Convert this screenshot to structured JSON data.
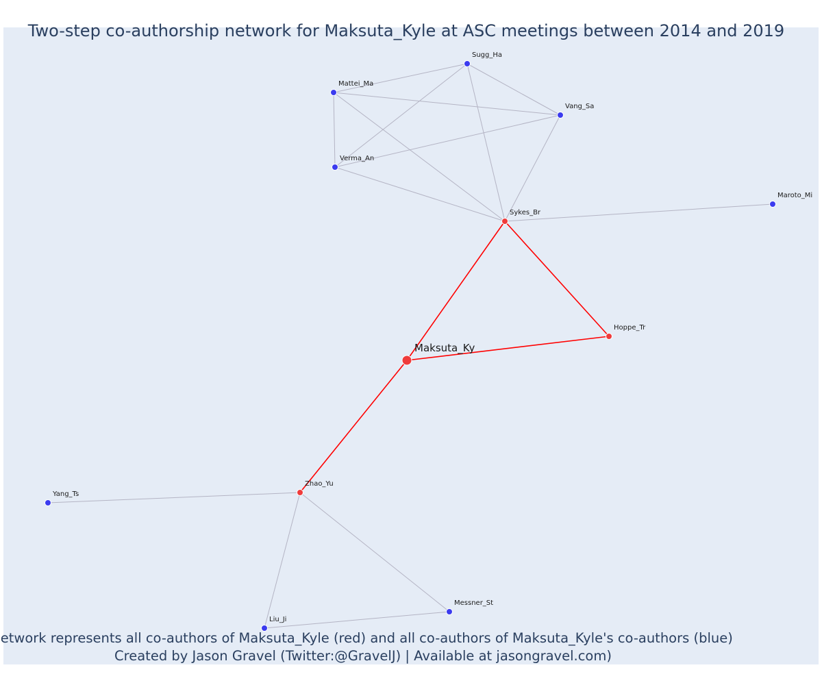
{
  "title": "Two-step co-authorship network for Maksuta_Kyle at ASC meetings between 2014 and 2019",
  "caption": [
    "Network represents all co-authors of Maksuta_Kyle (red) and all co-authors of Maksuta_Kyle's co-authors (blue)",
    "Created by Jason Gravel (Twitter:@GravelJ) | Available at jasongravel.com)"
  ],
  "colors": {
    "plot_bg": "#E5ECF6",
    "page_bg": "#FFFFFF",
    "title": "#2A3F5F",
    "red_node": "#EF3B3B",
    "blue_node": "#3B3BEF",
    "red_edge": "#FF0000",
    "grey_edge": "#B4B4C4",
    "label": "#1a1a1a"
  },
  "nodes": [
    {
      "id": "Maksuta_Ky",
      "label": "Maksuta_Ky",
      "group": "focal"
    },
    {
      "id": "Sykes_Br",
      "label": "Sykes_Br",
      "group": "red"
    },
    {
      "id": "Hoppe_Tr",
      "label": "Hoppe_Tr",
      "group": "red"
    },
    {
      "id": "Zhao_Yu",
      "label": "Zhao_Yu",
      "group": "red"
    },
    {
      "id": "Sugg_Ha",
      "label": "Sugg_Ha",
      "group": "blue"
    },
    {
      "id": "Mattei_Ma",
      "label": "Mattei_Ma",
      "group": "blue"
    },
    {
      "id": "Vang_Sa",
      "label": "Vang_Sa",
      "group": "blue"
    },
    {
      "id": "Verma_An",
      "label": "Verma_An",
      "group": "blue"
    },
    {
      "id": "Maroto_Mi",
      "label": "Maroto_Mi",
      "group": "blue"
    },
    {
      "id": "Yang_Ts",
      "label": "Yang_Ts",
      "group": "blue"
    },
    {
      "id": "Liu_Ji",
      "label": "Liu_Ji",
      "group": "blue"
    },
    {
      "id": "Messner_St",
      "label": "Messner_St",
      "group": "blue"
    }
  ],
  "edges": [
    {
      "from": "Maksuta_Ky",
      "to": "Sykes_Br",
      "kind": "red"
    },
    {
      "from": "Maksuta_Ky",
      "to": "Hoppe_Tr",
      "kind": "red"
    },
    {
      "from": "Maksuta_Ky",
      "to": "Zhao_Yu",
      "kind": "red"
    },
    {
      "from": "Sykes_Br",
      "to": "Hoppe_Tr",
      "kind": "red"
    },
    {
      "from": "Sykes_Br",
      "to": "Sugg_Ha",
      "kind": "grey"
    },
    {
      "from": "Sykes_Br",
      "to": "Mattei_Ma",
      "kind": "grey"
    },
    {
      "from": "Sykes_Br",
      "to": "Vang_Sa",
      "kind": "grey"
    },
    {
      "from": "Sykes_Br",
      "to": "Verma_An",
      "kind": "grey"
    },
    {
      "from": "Sykes_Br",
      "to": "Maroto_Mi",
      "kind": "grey"
    },
    {
      "from": "Sugg_Ha",
      "to": "Mattei_Ma",
      "kind": "grey"
    },
    {
      "from": "Sugg_Ha",
      "to": "Vang_Sa",
      "kind": "grey"
    },
    {
      "from": "Sugg_Ha",
      "to": "Verma_An",
      "kind": "grey"
    },
    {
      "from": "Mattei_Ma",
      "to": "Vang_Sa",
      "kind": "grey"
    },
    {
      "from": "Mattei_Ma",
      "to": "Verma_An",
      "kind": "grey"
    },
    {
      "from": "Vang_Sa",
      "to": "Verma_An",
      "kind": "grey"
    },
    {
      "from": "Zhao_Yu",
      "to": "Yang_Ts",
      "kind": "grey"
    },
    {
      "from": "Zhao_Yu",
      "to": "Liu_Ji",
      "kind": "grey"
    },
    {
      "from": "Zhao_Yu",
      "to": "Messner_St",
      "kind": "grey"
    },
    {
      "from": "Liu_Ji",
      "to": "Messner_St",
      "kind": "grey"
    }
  ]
}
